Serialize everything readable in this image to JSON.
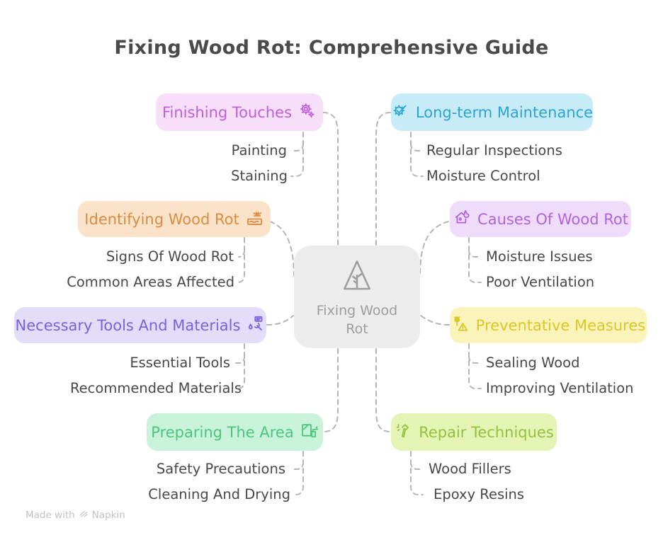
{
  "title": "Fixing Wood Rot: Comprehensive Guide",
  "center": {
    "label": "Fixing Wood\nRot",
    "icon": "tree-icon",
    "bg": "#ececec",
    "color": "#9d9d9d"
  },
  "colors": {
    "connector": "#b5b5b5",
    "title_text": "#4a4a4a",
    "item_text": "#484848"
  },
  "branches": [
    {
      "label": "Finishing Touches",
      "icon": "sparkle-gear-icon",
      "bg": "#f7def9",
      "color": "#bf5fdf",
      "children": [
        "Painting",
        "Staining"
      ]
    },
    {
      "label": "Long-term Maintenance",
      "icon": "gear-check-icon",
      "bg": "#c8ebf8",
      "color": "#2aa4d8",
      "children": [
        "Regular Inspections",
        "Moisture Control"
      ]
    },
    {
      "label": "Identifying Wood Rot",
      "icon": "wood-bug-icon",
      "bg": "#fbe3c9",
      "color": "#dd8b42",
      "children": [
        "Signs Of Wood Rot",
        "Common Areas Affected"
      ]
    },
    {
      "label": "Causes Of Wood Rot",
      "icon": "house-flame-icon",
      "bg": "#efdcfa",
      "color": "#b063de",
      "children": [
        "Moisture Issues",
        "Poor Ventilation"
      ]
    },
    {
      "label": "Necessary Tools And Materials",
      "icon": "wrench-tools-icon",
      "bg": "#e3ddfa",
      "color": "#7b60e3",
      "children": [
        "Essential Tools",
        "Recommended Materials"
      ]
    },
    {
      "label": "Preventative Measures",
      "icon": "wheat-warning-icon",
      "bg": "#faf3ba",
      "color": "#dcc728",
      "children": [
        "Sealing Wood",
        "Improving Ventilation"
      ]
    },
    {
      "label": "Preparing The Area",
      "icon": "panel-spray-icon",
      "bg": "#c9f2da",
      "color": "#4cc57d",
      "children": [
        "Safety Precautions",
        "Cleaning And Drying"
      ]
    },
    {
      "label": "Repair Techniques",
      "icon": "hammer-icon",
      "bg": "#e4f4b5",
      "color": "#94c13d",
      "children": [
        "Wood Fillers",
        "Epoxy Resins"
      ]
    }
  ],
  "watermark": {
    "prefix": "Made with",
    "brand": "Napkin",
    "logo": "napkin-logo-icon"
  }
}
